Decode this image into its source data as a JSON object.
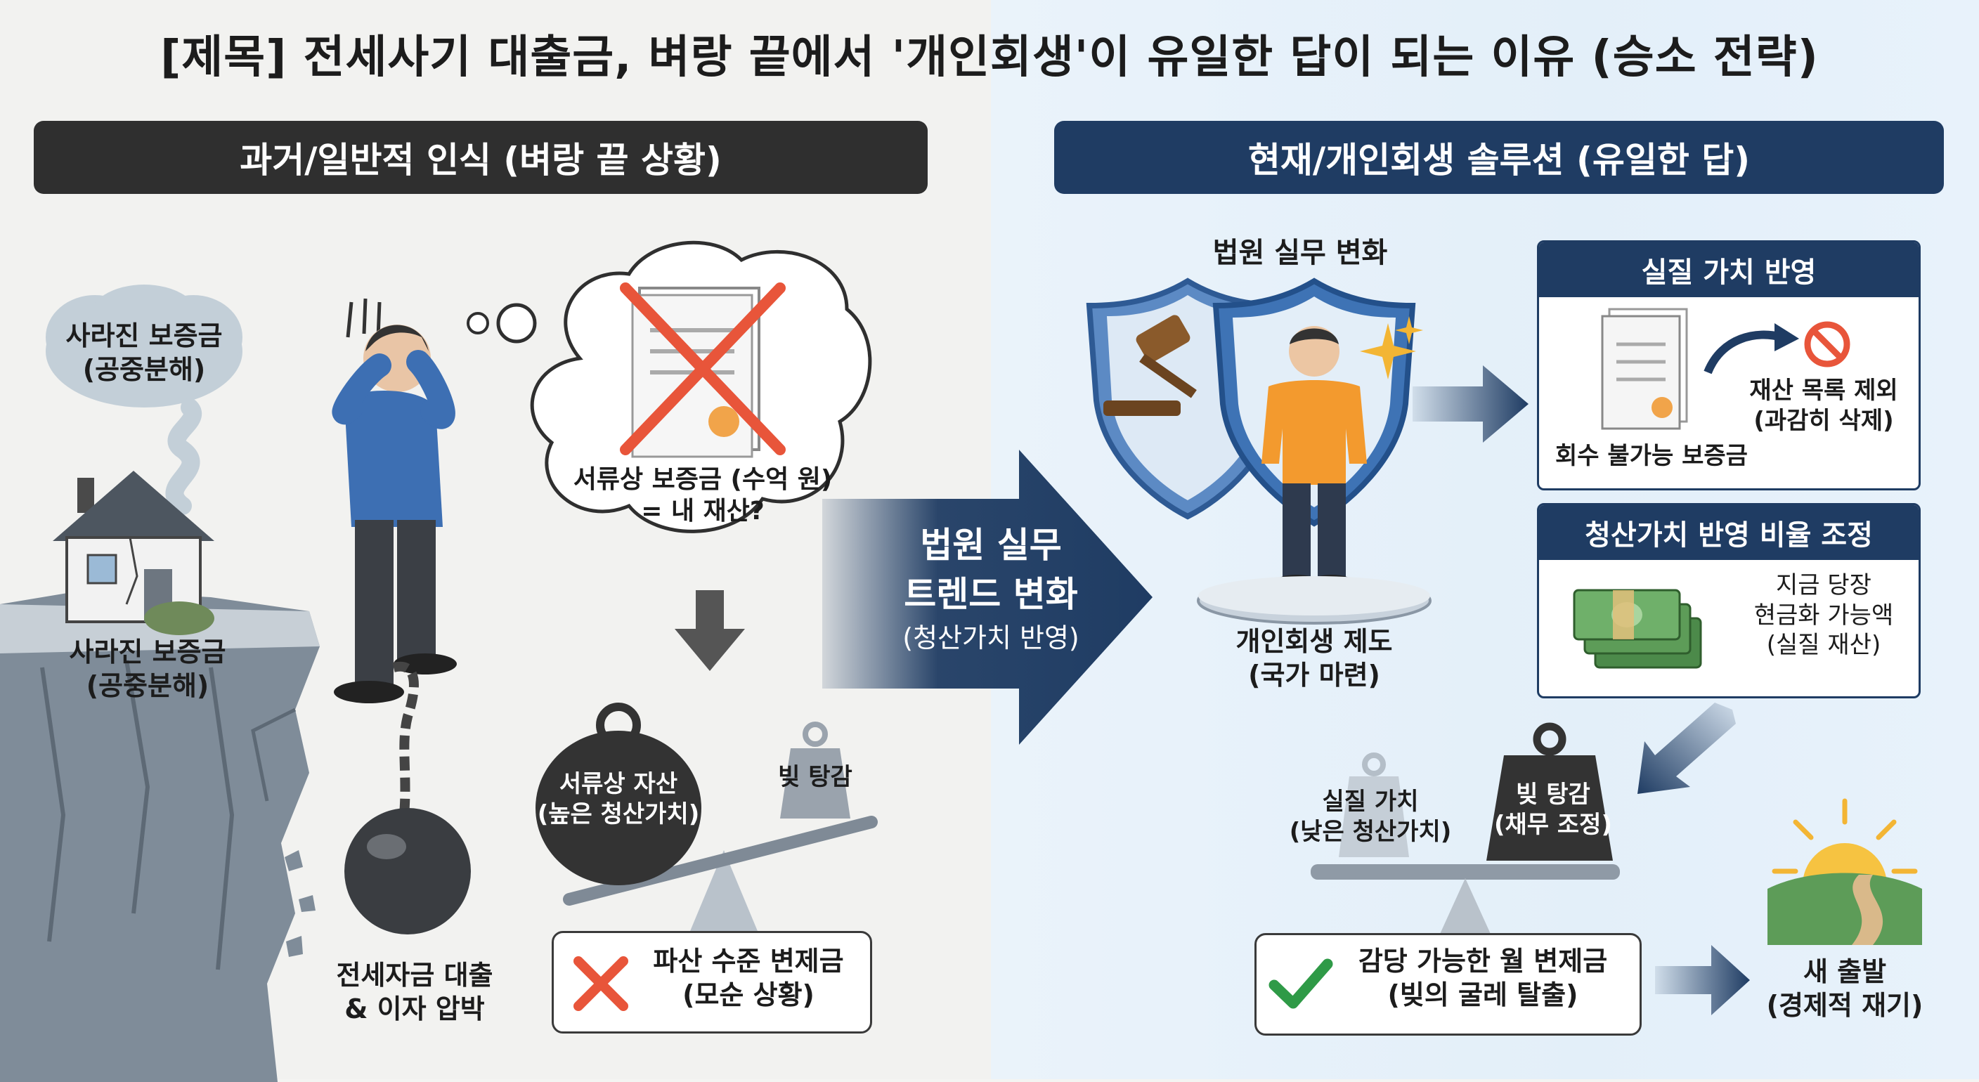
{
  "title": "[제목] 전세사기 대출금, 벼랑 끝에서 '개인회생'이 유일한 답이 되는 이유 (승소 전략)",
  "left": {
    "header": "과거/일반적 인식 (벼랑 끝 상황)",
    "cloud_top": "사라진 보증금\n(공중분해)",
    "house_caption": "사라진 보증금\n(공중분해)",
    "thought": "서류상 보증금 (수억 원)\n= 내 재산?",
    "person_caption": "전세자금 대출\n& 이자 압박",
    "scale_heavy": "서류상 자산\n(높은 청산가치)",
    "scale_light": "빚 탕감",
    "result": "파산 수준 변제금\n(모순 상황)"
  },
  "middle_arrow": {
    "line1": "법원 실무",
    "line2": "트렌드 변화",
    "line3": "(청산가치 반영)"
  },
  "right": {
    "header": "현재/개인회생 솔루션 (유일한 답)",
    "court_change": "법원 실무 변화",
    "system_caption": "개인회생 제도\n(국가 마련)",
    "card1": {
      "title": "실질 가치 반영",
      "doc_label": "회수 불가능 보증금",
      "action": "재산 목록 제외\n(과감히 삭제)"
    },
    "card2": {
      "title": "청산가치 반영 비율 조정",
      "text": "지금 당장\n현금화 가능액\n(실질 재산)"
    },
    "scale_light": "실질 가치\n(낮은 청산가치)",
    "scale_heavy": "빚 탕감\n(채무 조정)",
    "result": "감당 가능한 월 변제금\n(빚의 굴레 탈출)",
    "new_start": "새 출발\n(경제적 재기)"
  },
  "colors": {
    "dark_header": "#2f2f2f",
    "navy": "#1f3c63",
    "shield_blue": "#3e73b5",
    "shirt_orange": "#f39a2e",
    "cross_red": "#e8553a",
    "check_green": "#2f9a47",
    "weight_dark": "#333333",
    "weight_light": "#9aa3ad"
  },
  "icons": [
    "cloud-icon",
    "house-icon",
    "cliff-icon",
    "person-distressed-icon",
    "chain-icon",
    "ball-icon",
    "document-icon",
    "cross-icon",
    "down-arrow-icon",
    "scale-icon",
    "big-arrow-icon",
    "gavel-icon",
    "shield-icon",
    "person-icon",
    "sparkle-icon",
    "no-icon",
    "money-icon",
    "check-icon",
    "sun-icon",
    "road-icon"
  ]
}
